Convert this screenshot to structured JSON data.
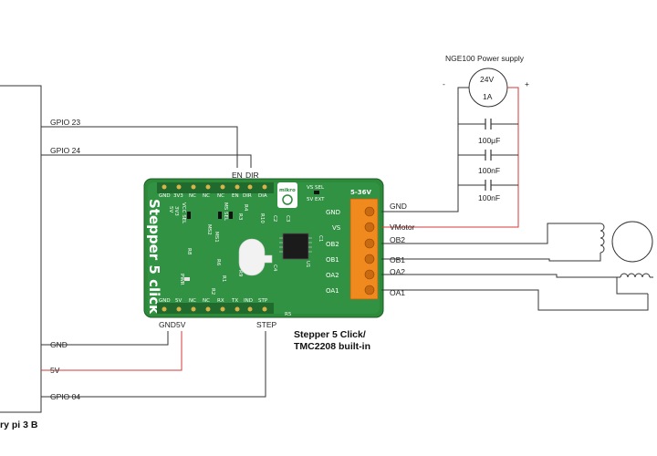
{
  "pi": {
    "name": "ry pi 3 B",
    "gpio23": "GPIO 23",
    "gpio24": "GPIO 24",
    "gnd": "GND",
    "v5": "5V",
    "gpio04": "GPIO 04"
  },
  "power_supply": {
    "title": "NGE100 Power supply",
    "voltage": "24V",
    "current": "1A",
    "minus": "-",
    "plus": "+",
    "caps": [
      "100μF",
      "100nF",
      "100nF"
    ]
  },
  "click_board": {
    "caption_line1": "Stepper 5 Click/",
    "caption_line2": "TMC2208 built-in",
    "board_title": "Stepper 5 click",
    "brand": "mikro",
    "voltage_range": "5-36V",
    "top_pins": [
      "GND",
      "3V3",
      "NC",
      "NC",
      "NC",
      "EN",
      "DIR",
      "DIA"
    ],
    "bottom_pins": [
      "GND",
      "5V",
      "NC",
      "NC",
      "RX",
      "TX",
      "IND",
      "STP"
    ],
    "terminals": [
      "GND",
      "VS",
      "OB2",
      "OB1",
      "OA2",
      "OA1"
    ],
    "silk": {
      "vcc_sel": "VCC SEL",
      "v3v3": "3V3",
      "v5v": "5V",
      "ms_sel": "MS SEL",
      "ms1": "MS1",
      "ms2": "MS2",
      "vs_sel": "VS SEL",
      "vs_ext": "5V EXT",
      "pwr": "PWR",
      "r1": "R1",
      "r2": "R2",
      "r3": "R3",
      "r4": "R4",
      "r5": "R5",
      "r6": "R6",
      "r8": "R8",
      "r9": "R9",
      "r10": "R10",
      "c1": "C1",
      "c2": "C2",
      "c3": "C3",
      "c4": "C4",
      "u1": "U1"
    }
  },
  "signals": {
    "en": "EN",
    "dir": "DIR",
    "gnd": "GND",
    "v5": "5V",
    "step": "STEP"
  },
  "motor_labels": {
    "gnd": "GND",
    "vmotor": "VMotor",
    "ob2": "OB2",
    "ob1": "OB1",
    "oa2": "OA2",
    "oa1": "OA1"
  },
  "colors": {
    "wire": "#333333",
    "power_wire": "#d43a3a",
    "pcb": "#2c8a3a",
    "terminal": "#f08a1e"
  }
}
